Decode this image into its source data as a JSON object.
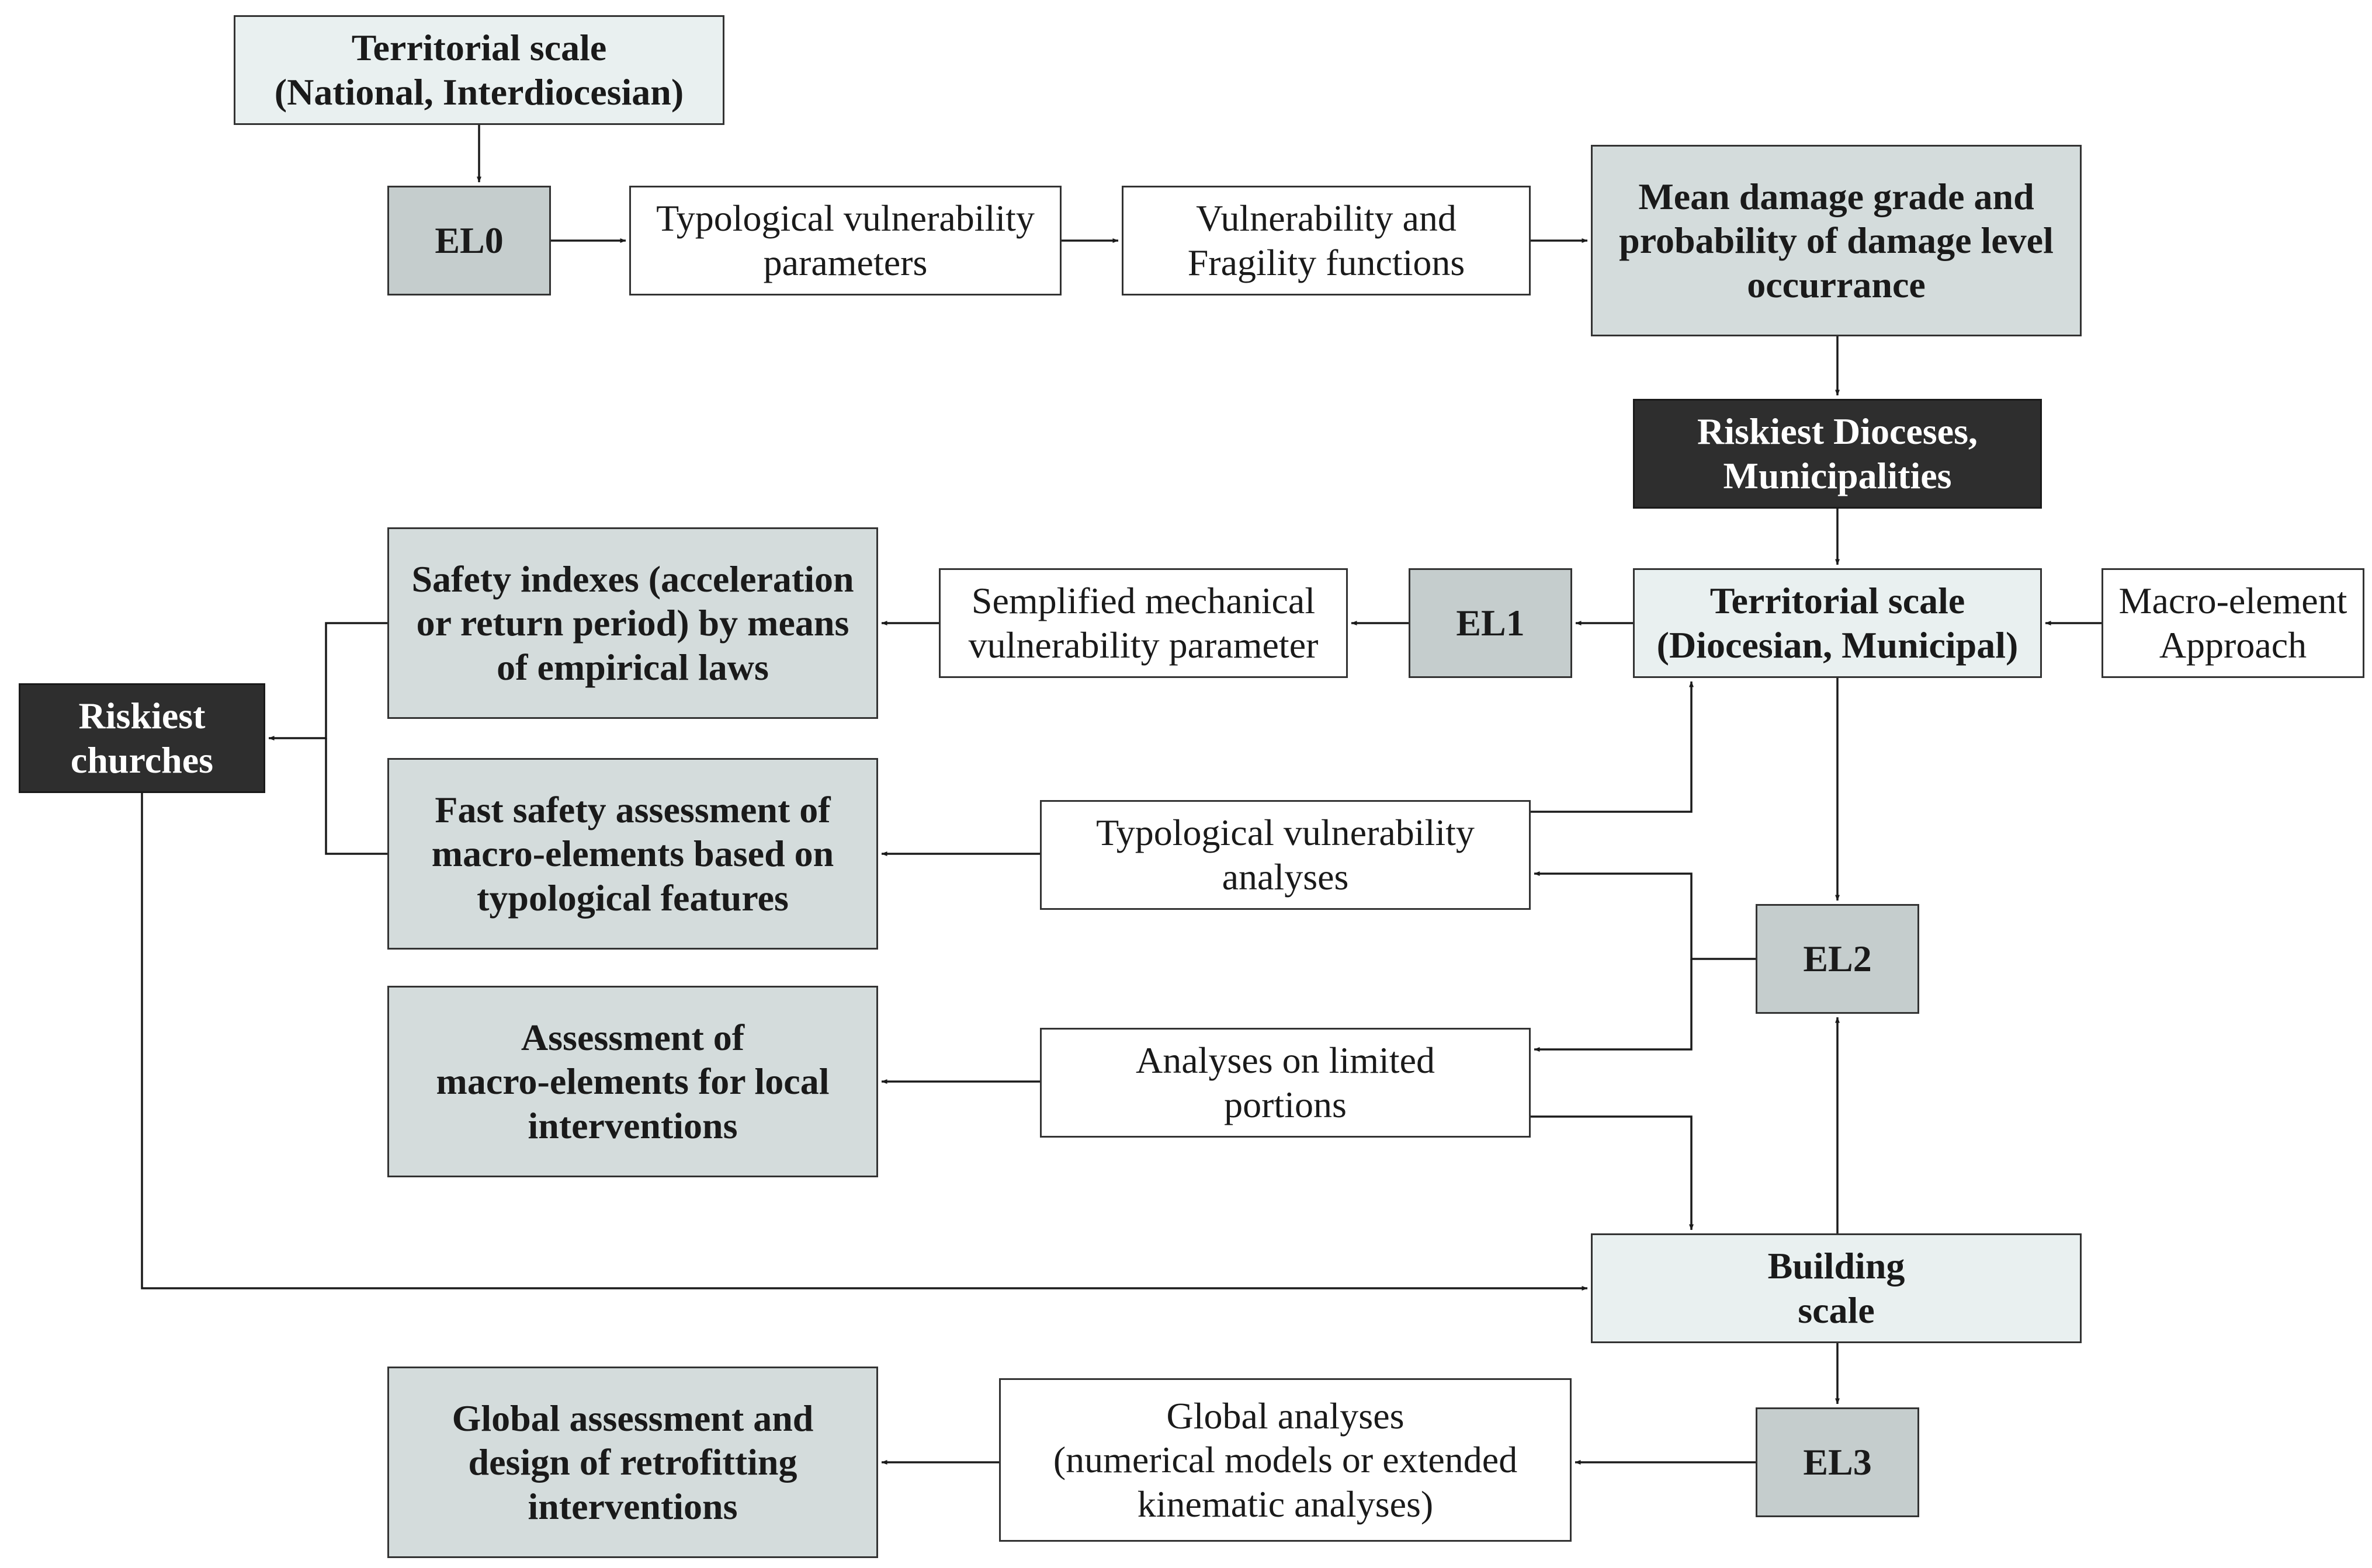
{
  "nodes": {
    "territorial_national": "Territorial scale\n(National, Interdiocesian)",
    "el0": "EL0",
    "typ_vuln_params": "Typological vulnerability\nparameters",
    "vuln_fragility": "Vulnerability and\nFragility functions",
    "mean_damage": "Mean damage grade and\nprobability of damage level\noccurrance",
    "riskiest_dioceses": "Riskiest Dioceses,\nMunicipalities",
    "territorial_diocesan": "Territorial scale\n(Diocesian, Municipal)",
    "macro_element_approach": "Macro-element\nApproach",
    "el1": "EL1",
    "semplified": "Semplified mechanical\nvulnerability parameter",
    "safety_indexes": "Safety indexes (acceleration\nor return period) by means\nof empirical laws",
    "riskiest_churches": "Riskiest\nchurches",
    "typ_vuln_analyses": "Typological vulnerability\nanalyses",
    "fast_safety": "Fast safety assessment of\nmacro-elements based on\ntypological features",
    "el2": "EL2",
    "analyses_limited": "Analyses on limited\nportions",
    "assessment_local": "Assessment of\nmacro-elements for local\ninterventions",
    "building_scale": "Building\nscale",
    "el3": "EL3",
    "global_analyses": "Global analyses\n(numerical models or extended\nkinematic analyses)",
    "global_assessment": "Global assessment and\ndesign of retrofitting\ninterventions"
  },
  "colors": {
    "white_box": "#ffffff",
    "light_box": "#e9f0f0",
    "mid_box": "#d4dcdc",
    "gray_box": "#c5cdcd",
    "dark_box": "#2e2e2e",
    "line": "#1a1a1a"
  },
  "edges": [
    {
      "from": "territorial_national",
      "to": "el0"
    },
    {
      "from": "el0",
      "to": "typ_vuln_params"
    },
    {
      "from": "typ_vuln_params",
      "to": "vuln_fragility"
    },
    {
      "from": "vuln_fragility",
      "to": "mean_damage"
    },
    {
      "from": "mean_damage",
      "to": "riskiest_dioceses"
    },
    {
      "from": "riskiest_dioceses",
      "to": "territorial_diocesan"
    },
    {
      "from": "macro_element_approach",
      "to": "territorial_diocesan"
    },
    {
      "from": "territorial_diocesan",
      "to": "el1"
    },
    {
      "from": "el1",
      "to": "semplified"
    },
    {
      "from": "semplified",
      "to": "safety_indexes"
    },
    {
      "from": "safety_indexes",
      "to": "riskiest_churches"
    },
    {
      "from": "fast_safety",
      "to": "riskiest_churches"
    },
    {
      "from": "typ_vuln_analyses",
      "to": "fast_safety"
    },
    {
      "from": "typ_vuln_analyses",
      "to": "territorial_diocesan"
    },
    {
      "from": "territorial_diocesan",
      "to": "el2"
    },
    {
      "from": "el2",
      "to": "typ_vuln_analyses"
    },
    {
      "from": "el2",
      "to": "analyses_limited"
    },
    {
      "from": "analyses_limited",
      "to": "assessment_local"
    },
    {
      "from": "analyses_limited",
      "to": "building_scale"
    },
    {
      "from": "building_scale",
      "to": "el2"
    },
    {
      "from": "riskiest_churches",
      "to": "building_scale"
    },
    {
      "from": "building_scale",
      "to": "el3"
    },
    {
      "from": "el3",
      "to": "global_analyses"
    },
    {
      "from": "global_analyses",
      "to": "global_assessment"
    }
  ]
}
